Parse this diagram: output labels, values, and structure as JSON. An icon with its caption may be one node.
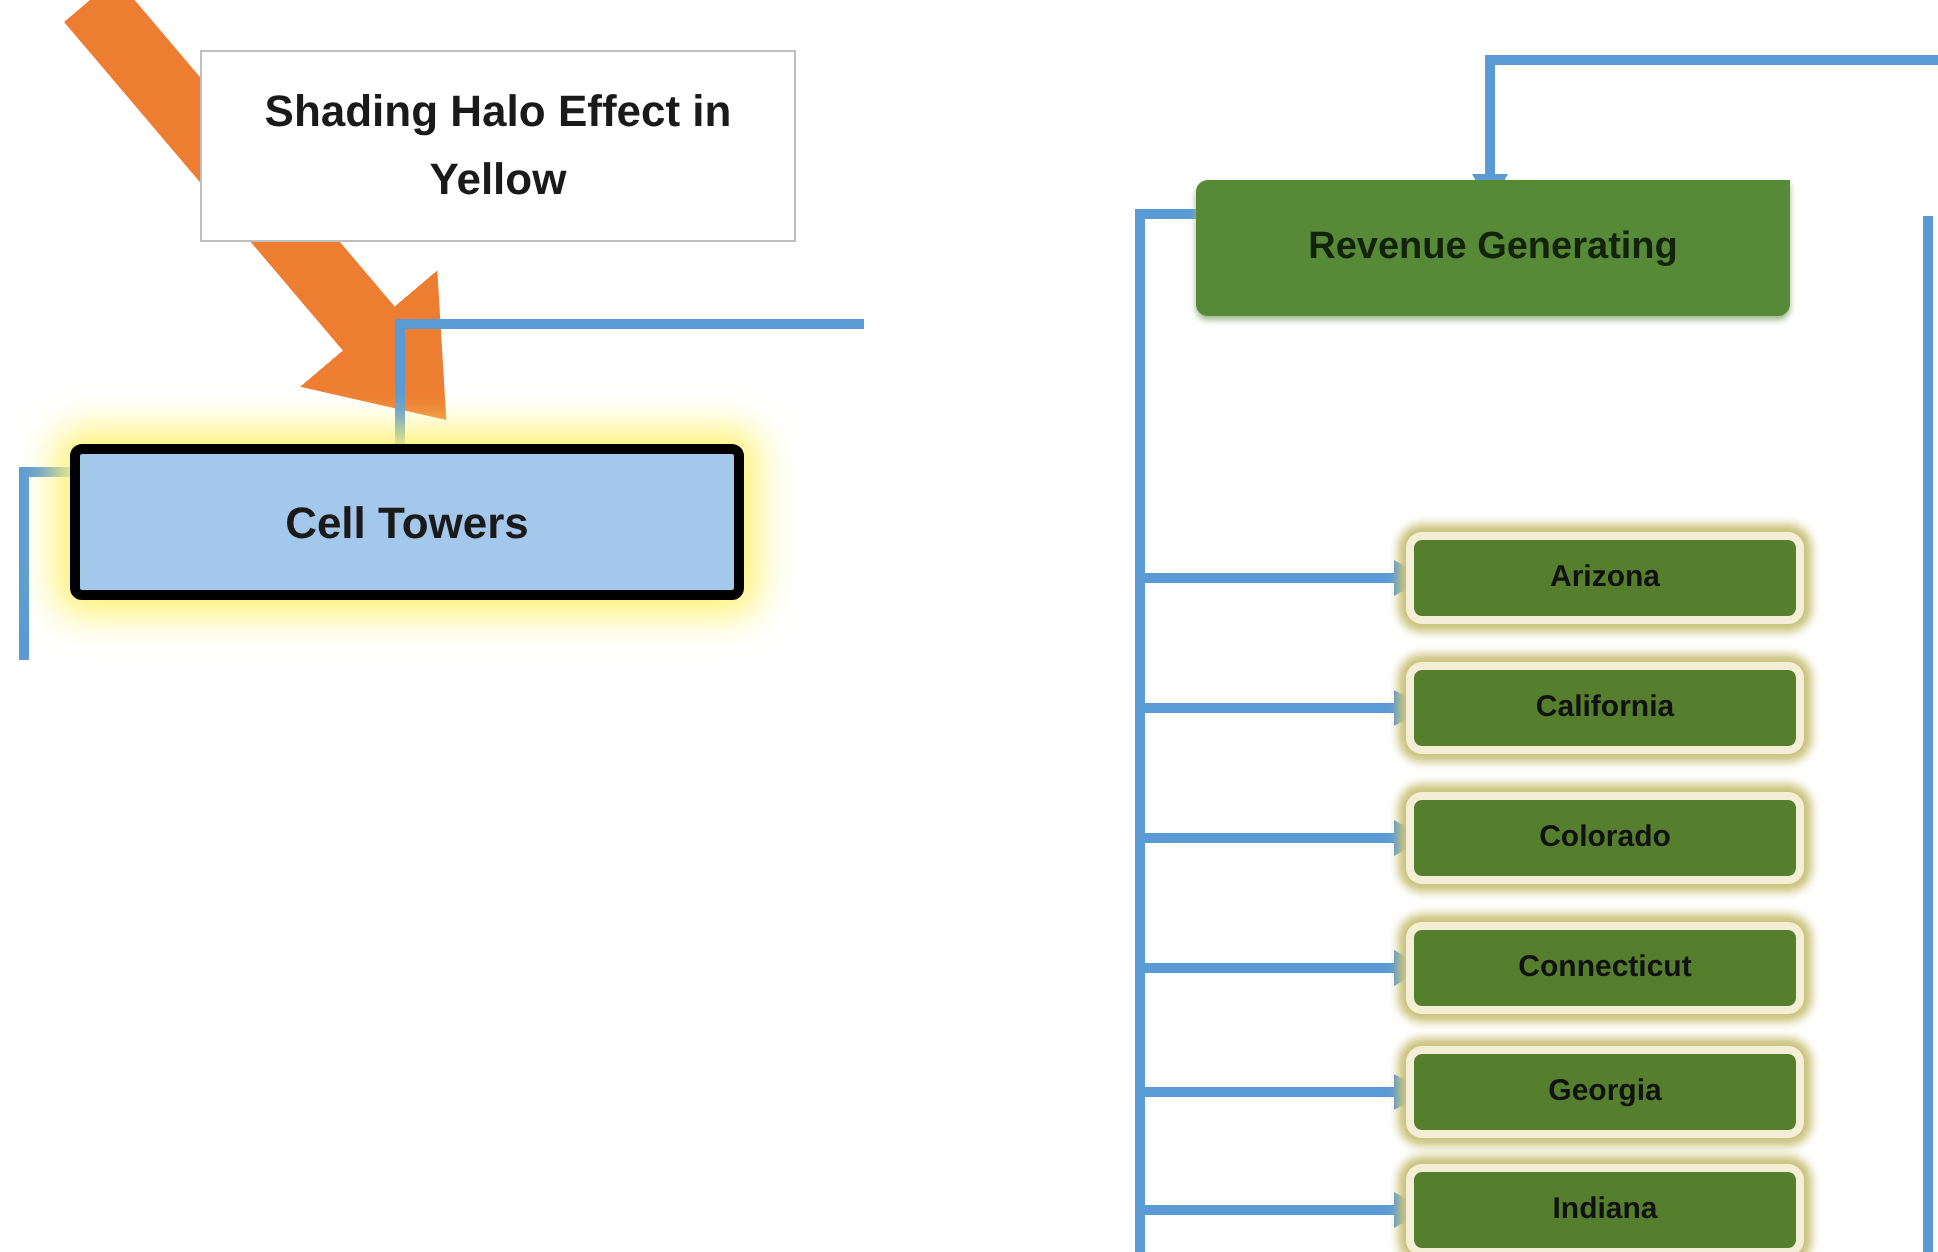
{
  "diagram": {
    "nodes": [
      {
        "text": [
          "Shading Halo Effect in Yellow"
        ]
      },
      {
        "text": [
          "Cell Towers"
        ]
      },
      {
        "text": [
          "Revenue Generating"
        ]
      },
      {
        "text": [
          "Arizona"
        ]
      },
      {
        "text": [
          "California"
        ]
      },
      {
        "text": [
          "Colorado"
        ]
      },
      {
        "text": [
          "Connecticut"
        ]
      },
      {
        "text": [
          "Georgia"
        ]
      },
      {
        "text": [
          "Indiana"
        ]
      }
    ],
    "edges": [
      {
        "from": null,
        "to": 1,
        "arrow": "to",
        "style": "thick",
        "color": "#ed7d31"
      },
      {
        "from": 1,
        "to": null,
        "arrow": "none"
      },
      {
        "from": null,
        "to": 1,
        "arrow": "none"
      },
      {
        "from": null,
        "to": 2,
        "arrow": "to"
      },
      {
        "from": 2,
        "to": 3,
        "arrow": "to"
      },
      {
        "from": 2,
        "to": 4,
        "arrow": "to"
      },
      {
        "from": 2,
        "to": 5,
        "arrow": "to"
      },
      {
        "from": 2,
        "to": 6,
        "arrow": "to"
      },
      {
        "from": 2,
        "to": 7,
        "arrow": "to"
      },
      {
        "from": 2,
        "to": 8,
        "arrow": "to"
      }
    ]
  }
}
